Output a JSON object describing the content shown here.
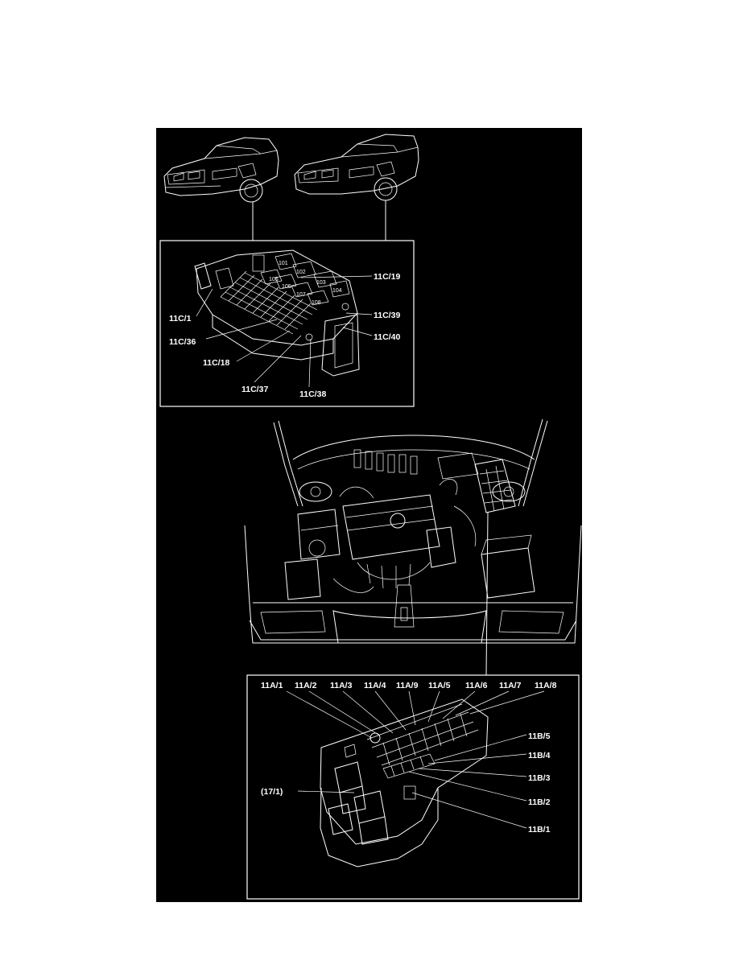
{
  "fuse_box_top": {
    "fuse_numbers": [
      "101",
      "102",
      "103",
      "104",
      "105",
      "106",
      "107",
      "108"
    ],
    "callouts": [
      "11C/19",
      "11C/1",
      "11C/39",
      "11C/36",
      "11C/40",
      "11C/18",
      "11C/37",
      "11C/38"
    ]
  },
  "relay_box_bottom": {
    "top_labels": [
      "11A/1",
      "11A/2",
      "11A/3",
      "11A/4",
      "11A/9",
      "11A/5",
      "11A/6",
      "11A/7",
      "11A/8"
    ],
    "right_labels": [
      "11B/5",
      "11B/4",
      "11B/3",
      "11B/2",
      "11B/1"
    ],
    "left_label": "(17/1)"
  }
}
